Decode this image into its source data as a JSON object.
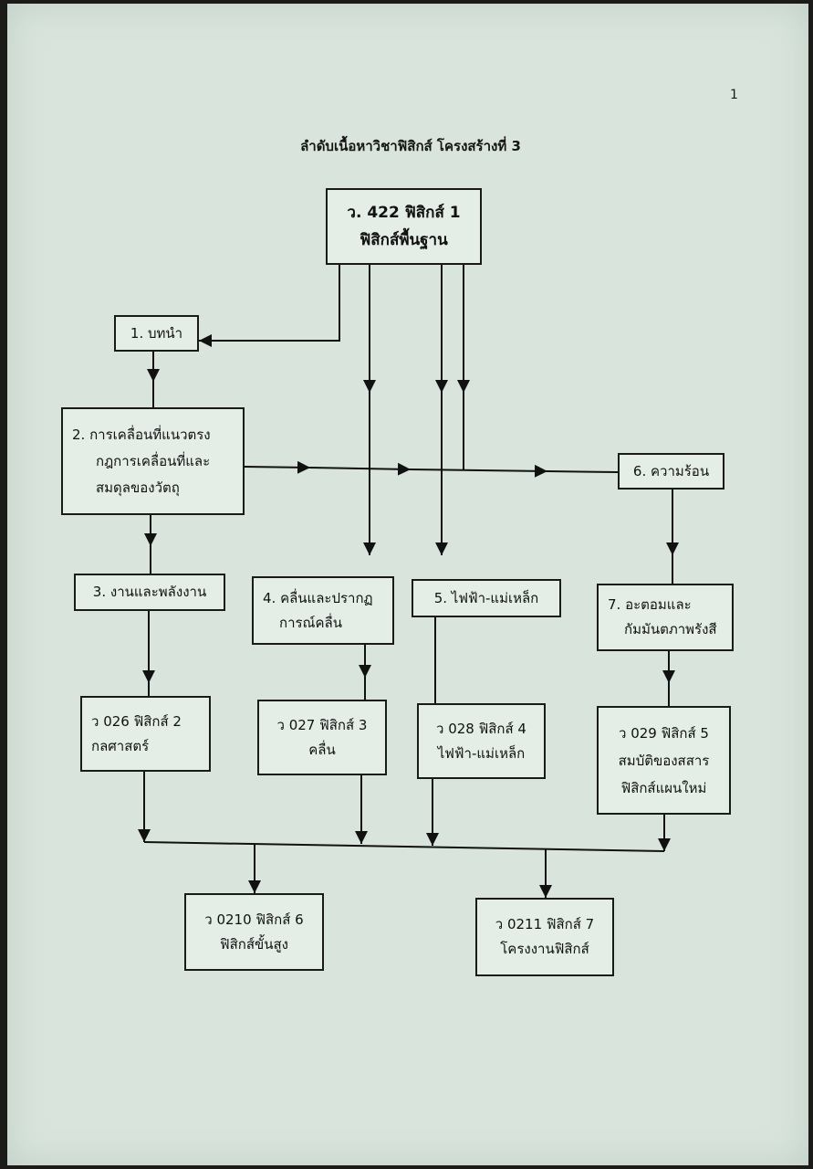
{
  "page_number": "1",
  "title": "ลำดับเนื้อหาวิชาฟิสิกส์ โครงสร้างที่ 3",
  "nodes": {
    "top": [
      "ว. 422 ฟิสิกส์ 1",
      "ฟิสิกส์พื้นฐาน"
    ],
    "intro": [
      "1. บทนำ"
    ],
    "motion": [
      "2.  การเคลื่อนที่แนวตรง",
      "กฎการเคลื่อนที่และ",
      "สมดุลของวัตถุ"
    ],
    "energy": [
      "3. งานและพลังงาน"
    ],
    "waves": [
      "4. คลื่นและปรากฏ",
      "การณ์คลื่น"
    ],
    "electro": [
      "5. ไฟฟ้า-แม่เหล็ก"
    ],
    "heat": [
      "6. ความร้อน"
    ],
    "atom": [
      "7. อะตอมและ",
      "กัมมันตภาพรังสี"
    ],
    "phys2": [
      "ว 026 ฟิสิกส์ 2",
      "กลศาสตร์"
    ],
    "phys3": [
      "ว 027 ฟิสิกส์ 3",
      "คลื่น"
    ],
    "phys4": [
      "ว 028 ฟิสิกส์ 4",
      "ไฟฟ้า-แม่เหล็ก"
    ],
    "phys5": [
      "ว 029 ฟิสิกส์ 5",
      "สมบัติของสสาร",
      "ฟิสิกส์แผนใหม่"
    ],
    "phys6": [
      "ว 0210 ฟิสิกส์ 6",
      "ฟิสิกส์ขั้นสูง"
    ],
    "phys7": [
      "ว 0211 ฟิสิกส์ 7",
      "โครงงานฟิสิกส์"
    ]
  }
}
